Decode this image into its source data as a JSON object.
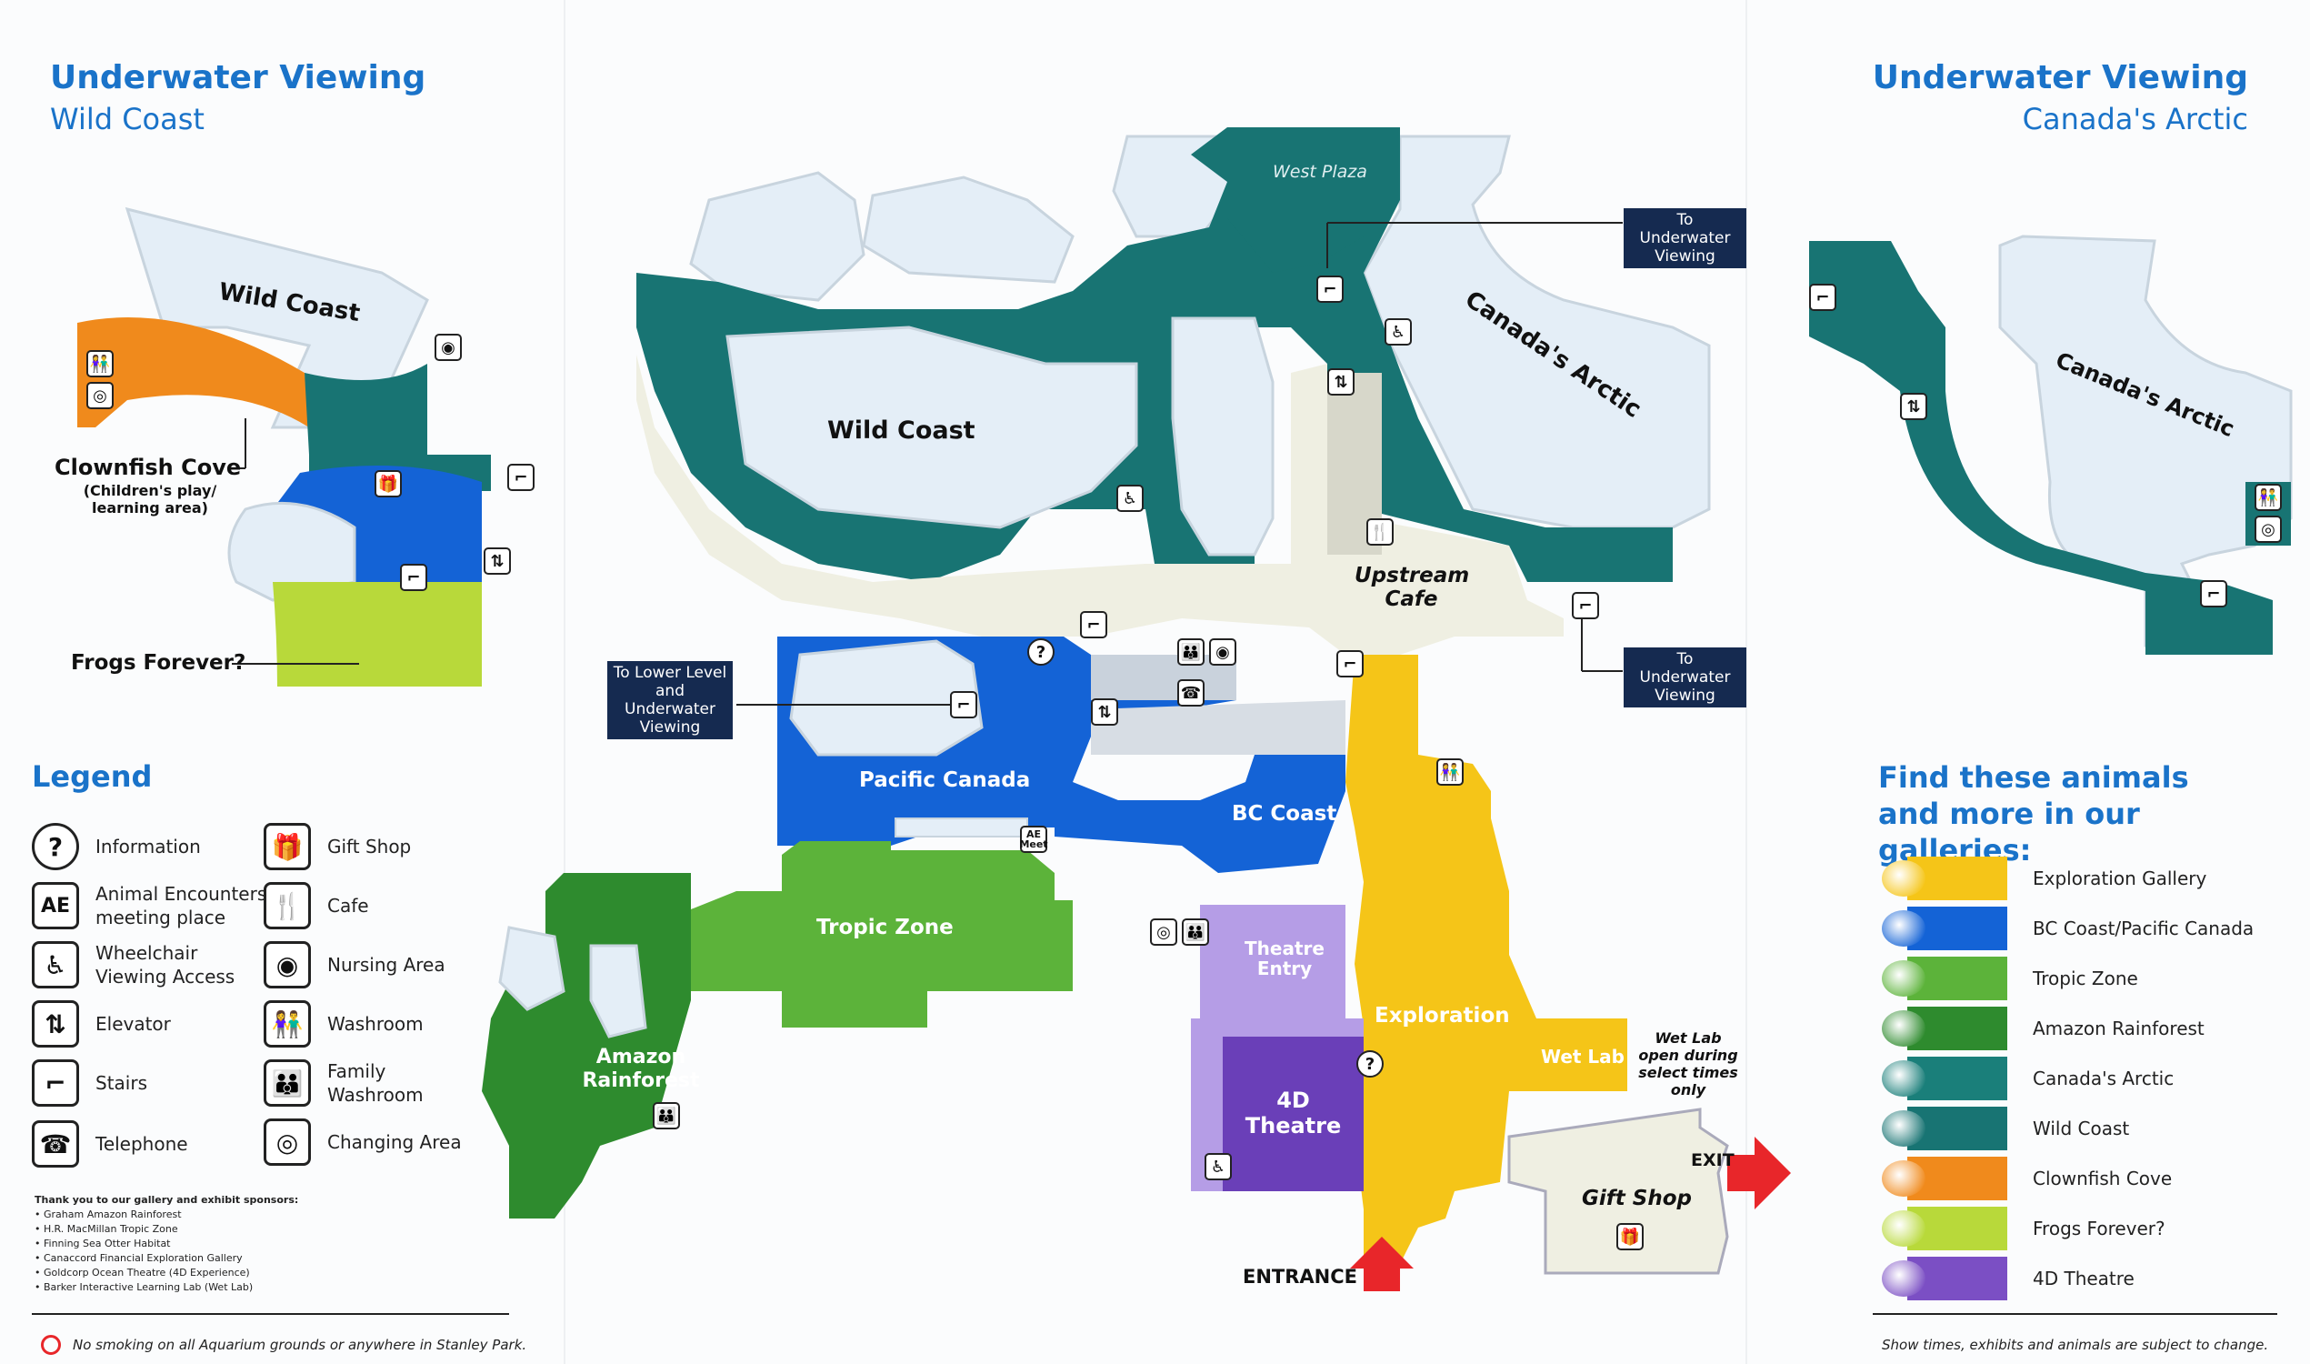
{
  "left_header": {
    "title": "Underwater Viewing",
    "subtitle": "Wild Coast"
  },
  "right_header": {
    "title": "Underwater Viewing",
    "subtitle": "Canada's Arctic"
  },
  "inset_left": {
    "wild_coast": "Wild Coast",
    "clownfish": "Clownfish Cove",
    "clownfish_note": "(Children's play/ learning area)",
    "frogs": "Frogs Forever?"
  },
  "inset_right": {
    "arctic": "Canada's Arctic"
  },
  "map": {
    "west_plaza": "West Plaza",
    "wild_coast": "Wild Coast",
    "canadas_arctic": "Canada's Arctic",
    "upstream_cafe": "Upstream Cafe",
    "pacific_canada": "Pacific Canada",
    "bc_coast": "BC Coast",
    "tropic_zone": "Tropic Zone",
    "amazon": "Amazon Rainforest",
    "theatre_entry": "Theatre Entry",
    "four_d": "4D Theatre",
    "exploration": "Exploration",
    "wet_lab": "Wet Lab",
    "wet_lab_note": "Wet Lab open during select times only",
    "gift_shop": "Gift Shop",
    "exit": "EXIT",
    "entrance": "ENTRANCE",
    "ae_meet": "AE Meet"
  },
  "nav": {
    "underwater_top": "To Underwater Viewing",
    "underwater_mid": "To Underwater Viewing",
    "lower_level": "To Lower Level and Underwater Viewing"
  },
  "legend": {
    "title": "Legend",
    "items": [
      {
        "label": "Information",
        "glyph": "?"
      },
      {
        "label": "Animal Encounters meeting place",
        "glyph": "AE"
      },
      {
        "label": "Wheelchair Viewing Access",
        "glyph": "♿"
      },
      {
        "label": "Elevator",
        "glyph": "⇅"
      },
      {
        "label": "Stairs",
        "glyph": "⌐"
      },
      {
        "label": "Telephone",
        "glyph": "☎"
      },
      {
        "label": "Gift Shop",
        "glyph": "🎁"
      },
      {
        "label": "Cafe",
        "glyph": "🍴"
      },
      {
        "label": "Nursing Area",
        "glyph": "◉"
      },
      {
        "label": "Washroom",
        "glyph": "👫"
      },
      {
        "label": "Family Washroom",
        "glyph": "👪"
      },
      {
        "label": "Changing Area",
        "glyph": "◎"
      }
    ]
  },
  "sponsors": {
    "title": "Thank you to our gallery and exhibit sponsors:",
    "items": [
      "• Graham Amazon Rainforest",
      "• H.R. MacMillan Tropic Zone",
      "• Finning Sea Otter Habitat",
      "• Canaccord Financial Exploration Gallery",
      "• Goldcorp Ocean Theatre (4D Experience)",
      "• Barker Interactive Learning Lab (Wet Lab)"
    ]
  },
  "no_smoking": "No smoking on all Aquarium grounds or anywhere in Stanley Park.",
  "galleries": {
    "title": "Find these animals and more in our galleries:",
    "items": [
      {
        "label": "Exploration Gallery",
        "color": "#f5c518"
      },
      {
        "label": "BC Coast/Pacific Canada",
        "color": "#1463d6"
      },
      {
        "label": "Tropic Zone",
        "color": "#5cb33a"
      },
      {
        "label": "Amazon Rainforest",
        "color": "#2e8b2e"
      },
      {
        "label": "Canada's Arctic",
        "color": "#1a7f7a"
      },
      {
        "label": "Wild Coast",
        "color": "#187473"
      },
      {
        "label": "Clownfish Cove",
        "color": "#f08a1c"
      },
      {
        "label": "Frogs Forever?",
        "color": "#b8d93a"
      },
      {
        "label": "4D Theatre",
        "color": "#7b4fc4"
      }
    ]
  },
  "disclaimer": "Show times, exhibits and animals are subject to change.",
  "colors": {
    "teal": "#187473",
    "blue": "#1463d6",
    "green": "#5cb33a",
    "dark_green": "#2e8b2e",
    "yellow": "#f5c518",
    "purple": "#9c7fd8",
    "dark_purple": "#6a3fb8",
    "orange": "#f08a1c",
    "lime": "#b8d93a",
    "cream": "#efefe2",
    "ice": "#e4eef7",
    "navy": "#152a50",
    "red": "#e8262a"
  }
}
